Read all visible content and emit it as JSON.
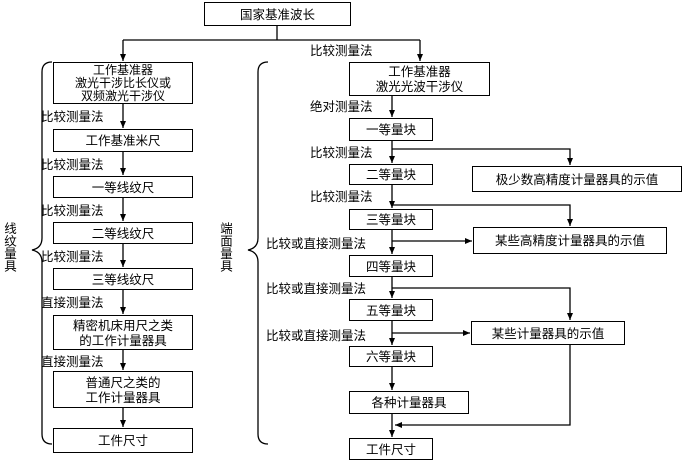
{
  "title": "国家基准波长",
  "left_group": {
    "label": "线纹量具",
    "boxes": [
      "工作基准器\n激光干涉比长仪或\n双频激光干涉仪",
      "工作基准米尺",
      "一等线纹尺",
      "二等线纹尺",
      "三等线纹尺",
      "精密机床用尺之类\n的工作计量器具",
      "普通尺之类的\n工作计量器具",
      "工件尺寸"
    ],
    "methods": [
      "比较测量法",
      "比较测量法",
      "比较测量法",
      "比较测量法",
      "直接测量法",
      "直接测量法"
    ]
  },
  "right_group": {
    "label": "端面量具",
    "top_method": "比较测量法",
    "boxes": [
      "工作基准器\n激光光波干涉仪",
      "一等量块",
      "二等量块",
      "三等量块",
      "四等量块",
      "五等量块",
      "六等量块",
      "各种计量器具",
      "工件尺寸"
    ],
    "methods": [
      "绝对测量法",
      "比较测量法",
      "比较测量法",
      "比较或直接测量法",
      "比较或直接测量法",
      "比较或直接测量法"
    ],
    "side_boxes": [
      "极少数高精度计量器具的示值",
      "某些高精度计量器具的示值",
      "某些计量器具的示值"
    ]
  }
}
